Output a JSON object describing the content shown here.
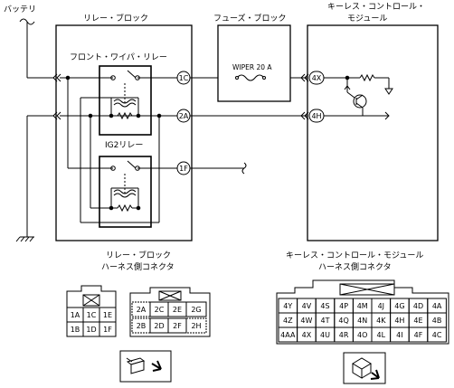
{
  "labels": {
    "battery": "バッテリ",
    "relay_block": "リレー・ブロック",
    "fuse_block": "フューズ・ブロック",
    "keyless_module_line1": "キーレス・コントロール・",
    "keyless_module_line2": "モジュール",
    "front_wiper_relay": "フロント・ワイパ・リレー",
    "ig2_relay": "IG2リレー",
    "fuse": "WIPER 20 A",
    "relay_connector_line1": "リレー・ブロック",
    "relay_connector_line2": "ハーネス側コネクタ",
    "keyless_connector_line1": "キーレス・コントロール・モジュール",
    "keyless_connector_line2": "ハーネス側コネクタ"
  },
  "terminals": {
    "t1c": "1C",
    "t2a": "2A",
    "t1f": "1F",
    "t4x": "4X",
    "t4h": "4H"
  },
  "relay_connector_1": {
    "rows": [
      [
        "1A",
        "1C",
        "1E"
      ],
      [
        "1B",
        "1D",
        "1F"
      ]
    ]
  },
  "relay_connector_2": {
    "rows": [
      [
        "2A",
        "2C",
        "2E",
        "2G"
      ],
      [
        "2B",
        "2D",
        "2F",
        "2H"
      ]
    ]
  },
  "keyless_connector": {
    "rows": [
      [
        "4Y",
        "4V",
        "4S",
        "4P",
        "4M",
        "4J",
        "4G",
        "4D",
        "4A"
      ],
      [
        "4Z",
        "4W",
        "4T",
        "4Q",
        "4N",
        "4K",
        "4H",
        "4E",
        "4B"
      ],
      [
        "4AA",
        "4X",
        "4U",
        "4R",
        "4O",
        "4L",
        "4I",
        "4F",
        "4C"
      ]
    ]
  }
}
